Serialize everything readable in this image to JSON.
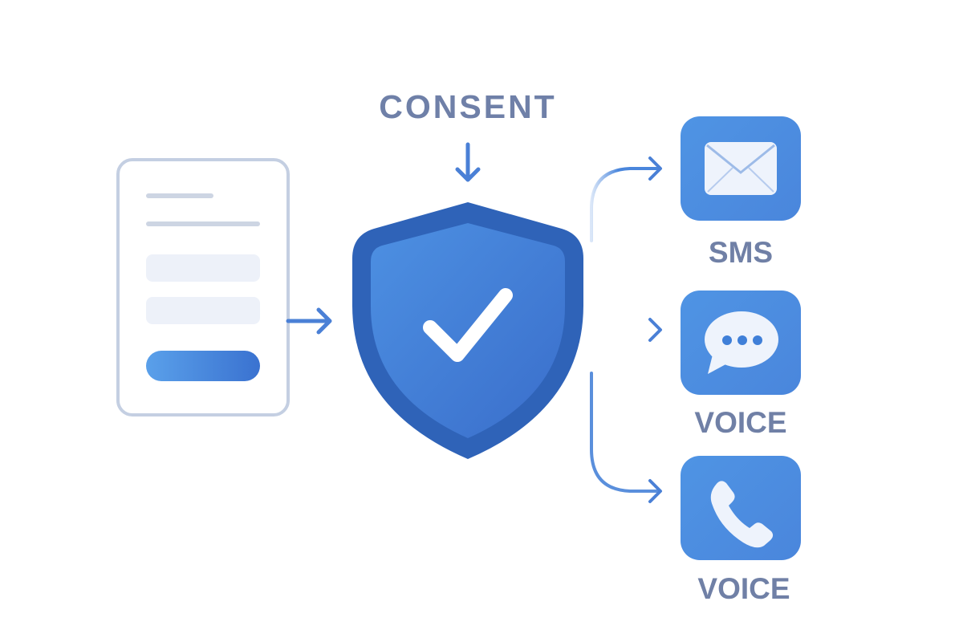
{
  "title": "CONSENT",
  "channels": [
    {
      "label": "SMS",
      "icon": "envelope-icon"
    },
    {
      "label": "VOICE",
      "icon": "chat-bubble-icon"
    },
    {
      "label": "VOICE",
      "icon": "phone-icon"
    }
  ],
  "colors": {
    "accent": "#4a8ee0",
    "shield_outer": "#2f63b8",
    "label": "#7080a6",
    "form_border": "#c4cfe2"
  }
}
